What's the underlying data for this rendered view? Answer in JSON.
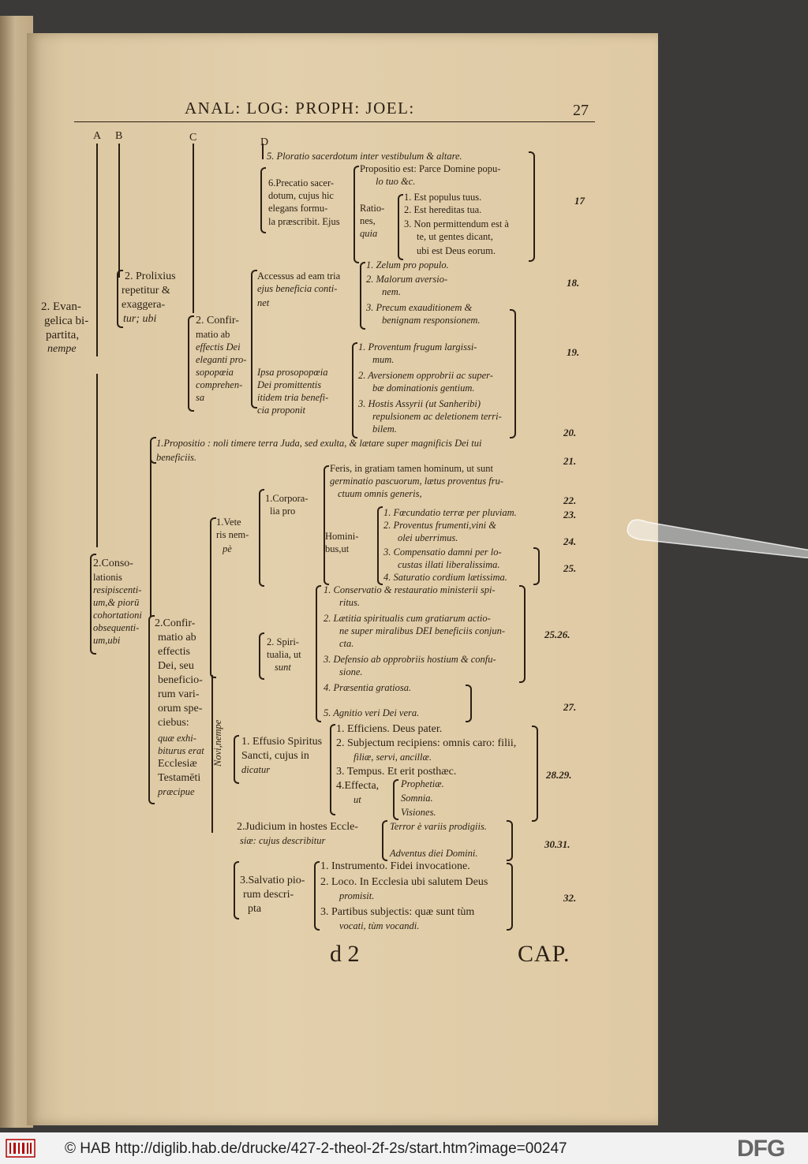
{
  "header": {
    "running_title": "ANAL: LOG: PROPH: JOEL:",
    "page_number": "27",
    "column_letters": [
      "A",
      "B",
      "C",
      "D"
    ]
  },
  "col_a": {
    "label": [
      "2. Evan-",
      "gelica bi-",
      "partita,",
      "nempe"
    ]
  },
  "col_b": {
    "prolixius": [
      "2. Prolixius",
      "repetitur &",
      "exaggera-",
      "tur; ubi"
    ],
    "consolationis": [
      "2.Conso-",
      "lationis",
      "resipiscenti-",
      "um,& piorū",
      "cohortationi",
      "obsequenti-",
      "um,ubi"
    ]
  },
  "col_c": {
    "confirmatio1": [
      "2. Confir-",
      "matio ab",
      "effectis Dei",
      "eleganti pro-",
      "sopopœia",
      "comprehen-",
      "sa"
    ],
    "confirmatio2": [
      "2.Confir-",
      "matio ab",
      "effectis",
      "Dei, seu",
      "beneficio-",
      "rum vari-",
      "orum spe-",
      "ciebus:",
      "quæ exhi-",
      "biturus erat",
      "Ecclesiæ",
      "Testamēti",
      "præcipue"
    ],
    "propositio": [
      "1.Propositio : noli timere terra Juda, sed exulta, & lætare super magnificis Dei tui",
      "beneficiis."
    ],
    "veteris": [
      "1.Vete",
      "ris nem-",
      "pè"
    ],
    "novi": "Novi,nempe"
  },
  "col_d": {
    "ploratio": "5. Ploratio sacerdotum inter vestibulum & altare.",
    "precatio": [
      "6.Precatio sacer-",
      "dotum, cujus hic",
      "elegans formu-",
      "la præscribit. Ejus"
    ],
    "propositio_est": [
      "Propositio est: Parce Domine popu-",
      "lo tuo &c."
    ],
    "rationes": [
      "Ratio-",
      "nes,",
      "quia"
    ],
    "rationes_items": [
      "1. Est populus tuus.",
      "2. Est hereditas tua.",
      "3. Non permittendum est à",
      "te, ut gentes dicant,",
      "ubi est Deus eorum."
    ],
    "accessus": [
      "Accessus ad eam tria",
      "ejus beneficia conti-",
      "net"
    ],
    "accessus_items": [
      "1. Zelum pro populo.",
      "2. Malorum aversio-",
      "nem.",
      "3. Precum exauditionem &",
      "benignam responsionem."
    ],
    "ipsa": [
      "Ipsa prosopopœia",
      "Dei promittentis",
      "itidem tria benefi-",
      "cia proponit"
    ],
    "ipsa_items": [
      "1. Proventum frugum largissi-",
      "mum.",
      "2. Aversionem opprobrii ac super-",
      "bæ dominationis gentium.",
      "3. Hostis Assyrii (ut Sanheribi)",
      "repulsionem ac deletionem terri-",
      "bilem."
    ],
    "corporalia": [
      "1.Corpora-",
      "lia pro"
    ],
    "feris": [
      "Feris, in gratiam tamen hominum, ut sunt",
      "germinatio pascuorum, lætus proventus fru-",
      "ctuum omnis generis,"
    ],
    "hominibus": [
      "Homini-",
      "bus,ut"
    ],
    "hominibus_items": [
      "1. Fœcundatio terræ per pluviam.",
      "2. Proventus frumenti,vini &",
      "olei uberrimus.",
      "3. Compensatio damni per lo-",
      "custas illati liberalissima.",
      "4. Saturatio cordium lætissima."
    ],
    "spiritualia": [
      "2. Spiri-",
      "tualia, ut",
      "sunt"
    ],
    "spiritualia_items": [
      "1. Conservatio & restauratio ministerii spi-",
      "ritus.",
      "2. Lætitia spiritualis cum gratiarum actio-",
      "ne super miralibus DEI beneficiis conjun-",
      "cta.",
      "3. Defensio ab opprobriis hostium & confu-",
      "sione.",
      "4. Præsentia gratiosa.",
      "5. Agnitio veri Dei vera."
    ],
    "effusio": [
      "1. Effusio Spiritus",
      "Sancti, cujus in",
      "dicatur"
    ],
    "effusio_items": [
      "1. Efficiens. Deus pater.",
      "2. Subjectum recipiens: omnis caro: filii,",
      "filiæ, servi, ancillæ.",
      "3. Tempus. Et erit posthæc.",
      "4.Effecta,",
      "ut"
    ],
    "effecta_items": [
      "Prophetiæ.",
      "Somnia.",
      "Visiones."
    ],
    "judicium": [
      "2.Judicium in hostes Eccle-",
      "siæ: cujus describitur"
    ],
    "judicium_items": [
      "Terror è variis prodigiis.",
      "Adventus diei Domini."
    ],
    "salvatio": [
      "3.Salvatio pio-",
      "rum descri-",
      "pta"
    ],
    "salvatio_items": [
      "1. Instrumento. Fidei invocatione.",
      "2. Loco. In Ecclesia ubi salutem Deus",
      "promisit.",
      "3. Partibus subjectis: quæ sunt tùm",
      "vocati, tùm vocandi."
    ]
  },
  "verse_numbers": [
    "17",
    "18.",
    "19.",
    "20.",
    "21.",
    "22.",
    "23.",
    "24.",
    "25.",
    "25.26.",
    "27.",
    "28.29.",
    "30.31.",
    "32."
  ],
  "footer": {
    "signature": "d 2",
    "catchword": "CAP."
  },
  "viewer_bar": {
    "credit": "© HAB http://diglib.hab.de/drucke/427-2-theol-2f-2s/start.htm?image=00247",
    "logo": "DFG"
  }
}
